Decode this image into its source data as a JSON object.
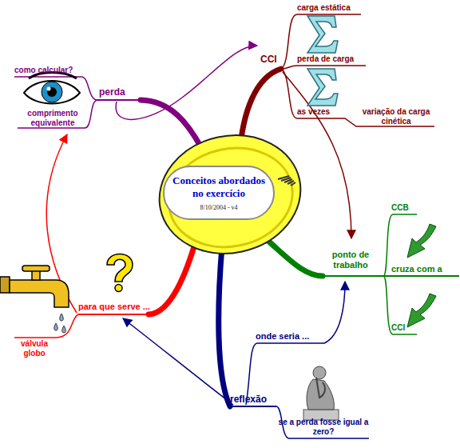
{
  "diagram": {
    "nodes": [
      {
        "text": [
          "Conceitos abordados no exercício",
          "8/10/2004 - v4"
        ]
      }
    ],
    "labels": [
      "carga estática",
      "como calcular?",
      "CCI",
      "perda",
      "perda de carga",
      "comprimento equivalente",
      "as vezes",
      "variação da carga cinética",
      "CCB",
      "ponto de trabalho",
      "cruza com a",
      "para que serve ...",
      "válvula globo",
      "CCI",
      "onde seria ...",
      "reflexão",
      "se a perda fosse igual a zero?"
    ]
  }
}
